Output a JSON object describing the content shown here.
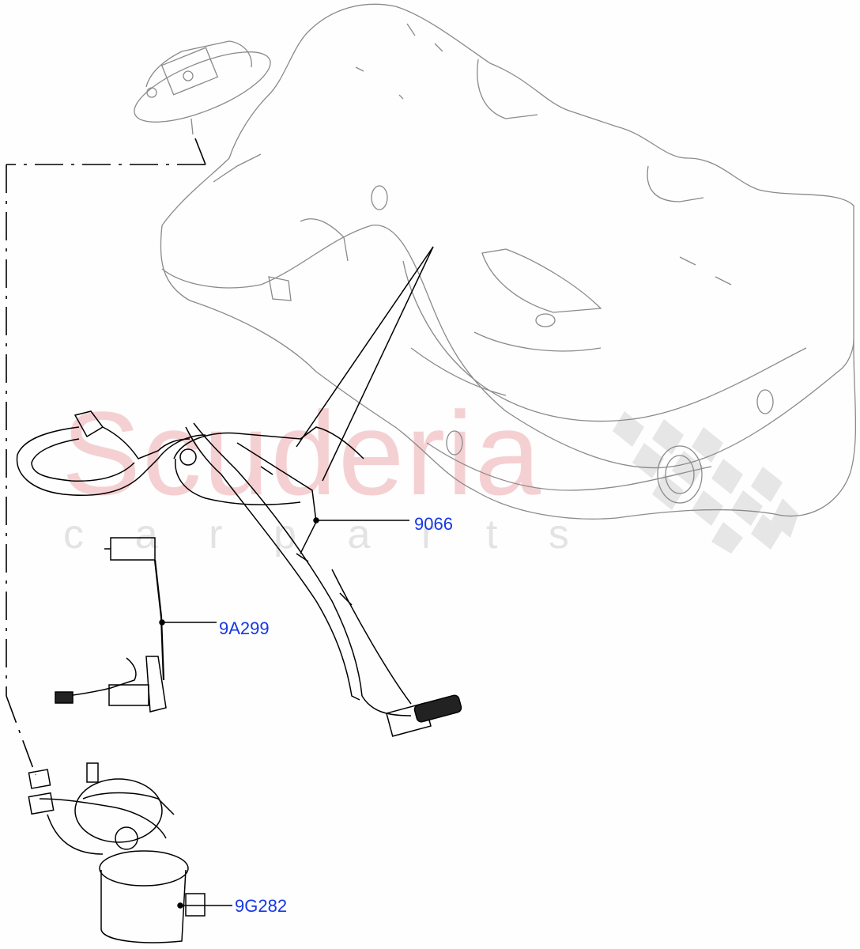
{
  "diagram": {
    "type": "exploded-parts-diagram",
    "subject": "Fuel tank, fuel pump module, sender unit and harness",
    "callouts": [
      {
        "id": "9066",
        "label": "9066",
        "part": "fuel tank sender harness / flange line"
      },
      {
        "id": "9A299",
        "label": "9A299",
        "part": "fuel level sender"
      },
      {
        "id": "9G282",
        "label": "9G282",
        "part": "fuel pump module"
      }
    ],
    "colors": {
      "callout_text": "#1737e6",
      "leader_line": "#000000",
      "context_lines": "#8a8a8a",
      "watermark_red": "#f4c8cb",
      "watermark_grey": "#e3e3e3",
      "background": "#fdfefd"
    }
  },
  "watermark": {
    "main": "Scuderia",
    "sub_letters": [
      "c",
      "a",
      "r",
      "p",
      "a",
      "r",
      "t",
      "s"
    ]
  }
}
